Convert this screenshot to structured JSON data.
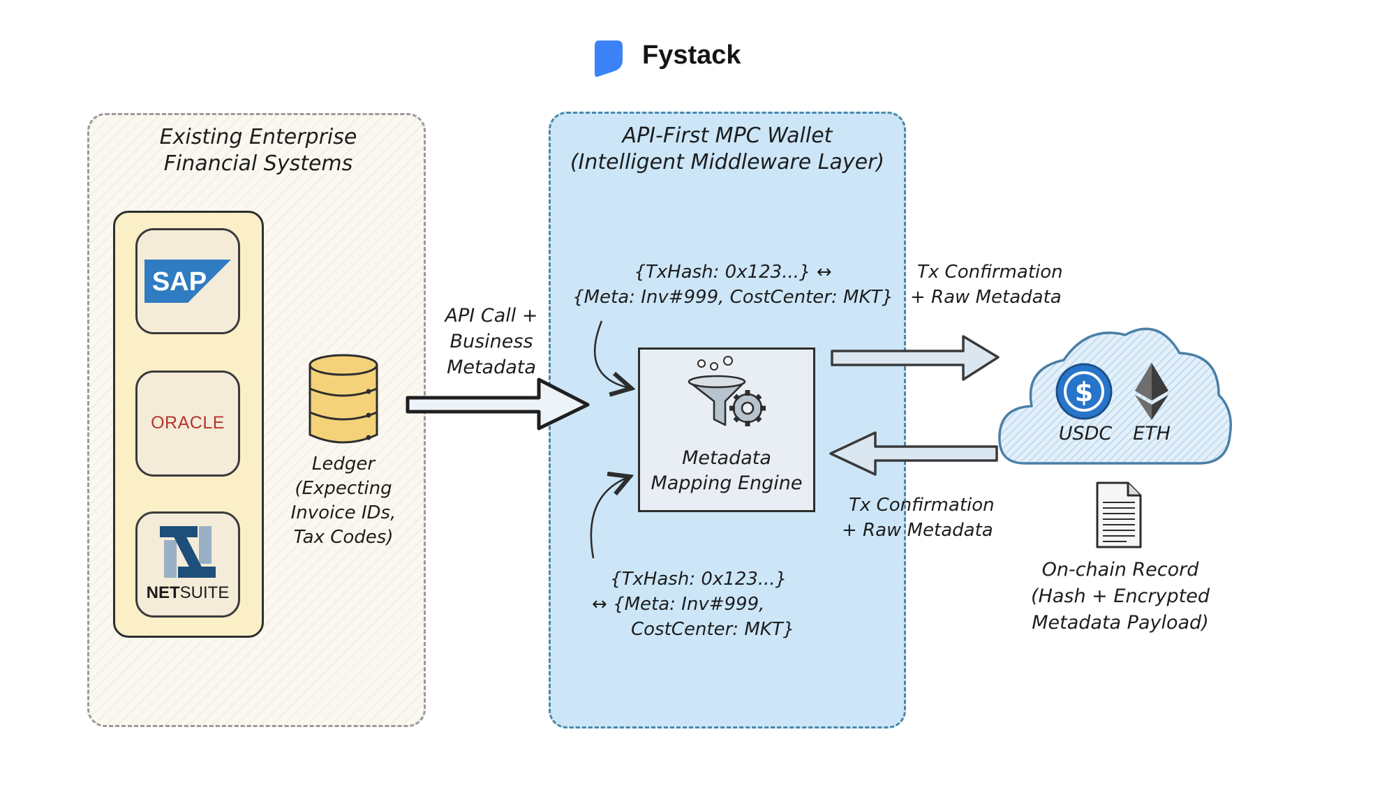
{
  "brand": {
    "name": "Fystack",
    "logo_icon": "chat-bubble-icon",
    "logo_color": "#3b82f6"
  },
  "left_panel": {
    "title_line1": "Existing Enterprise",
    "title_line2": "Financial Systems",
    "vendors": [
      {
        "name": "SAP",
        "color": "#2f7cc2"
      },
      {
        "name": "ORACLE",
        "color": "#b5342c"
      },
      {
        "name_bold": "NET",
        "name_rest": "SUITE",
        "color": "#1e4f7a"
      }
    ],
    "ledger": {
      "line1": "Ledger",
      "line2": "(Expecting",
      "line3": "Invoice IDs,",
      "line4": "Tax Codes)"
    }
  },
  "api_call": {
    "line1": "API Call +",
    "line2": "Business",
    "line3": "Metadata"
  },
  "middle_panel": {
    "title_line1": "API-First MPC Wallet",
    "title_line2": "(Intelligent Middleware Layer)",
    "meta_top_line1": "{TxHash: 0x123...} ↔",
    "meta_top_line2": "{Meta: Inv#999, CostCenter: MKT}",
    "engine_line1": "Metadata",
    "engine_line2": "Mapping Engine",
    "meta_bottom_line1": "{TxHash: 0x123...}",
    "meta_bottom_line2": "↔ {Meta: Inv#999,",
    "meta_bottom_line3": "CostCenter: MKT}"
  },
  "tx_confirmation_top": {
    "line1": "Tx Confirmation",
    "line2": "+ Raw Metadata"
  },
  "tx_confirmation_bottom": {
    "line1": "Tx Confirmation",
    "line2": "+ Raw Metadata"
  },
  "chain": {
    "assets": [
      "USDC",
      "ETH"
    ],
    "usdc_color": "#2775ca",
    "record_line1": "On-chain Record",
    "record_line2": "(Hash + Encrypted",
    "record_line3": "Metadata Payload)"
  }
}
